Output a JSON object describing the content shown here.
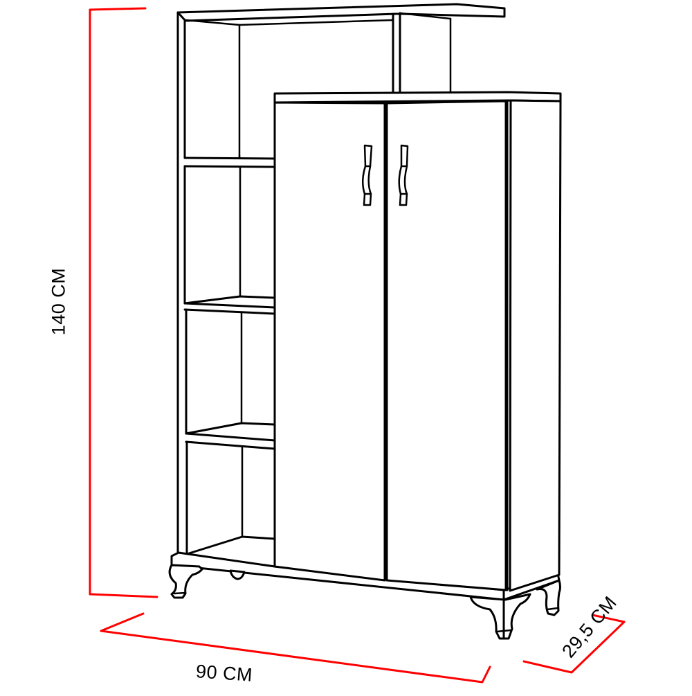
{
  "diagram": {
    "subject": "Cabinet with open shelving unit and two-door cupboard on cabriole legs",
    "line_color": "#000000",
    "dimension_color": "#ff0000",
    "background": "#ffffff"
  },
  "dimensions": {
    "height": {
      "label": "140 CM",
      "value": 140,
      "unit": "CM"
    },
    "width": {
      "label": "90 CM",
      "value": 90,
      "unit": "CM"
    },
    "depth": {
      "label": "29,5 CM",
      "value": 29.5,
      "unit": "CM"
    }
  },
  "components": {
    "open_shelves": 4,
    "doors": 2,
    "handles": 2,
    "legs": 4
  }
}
